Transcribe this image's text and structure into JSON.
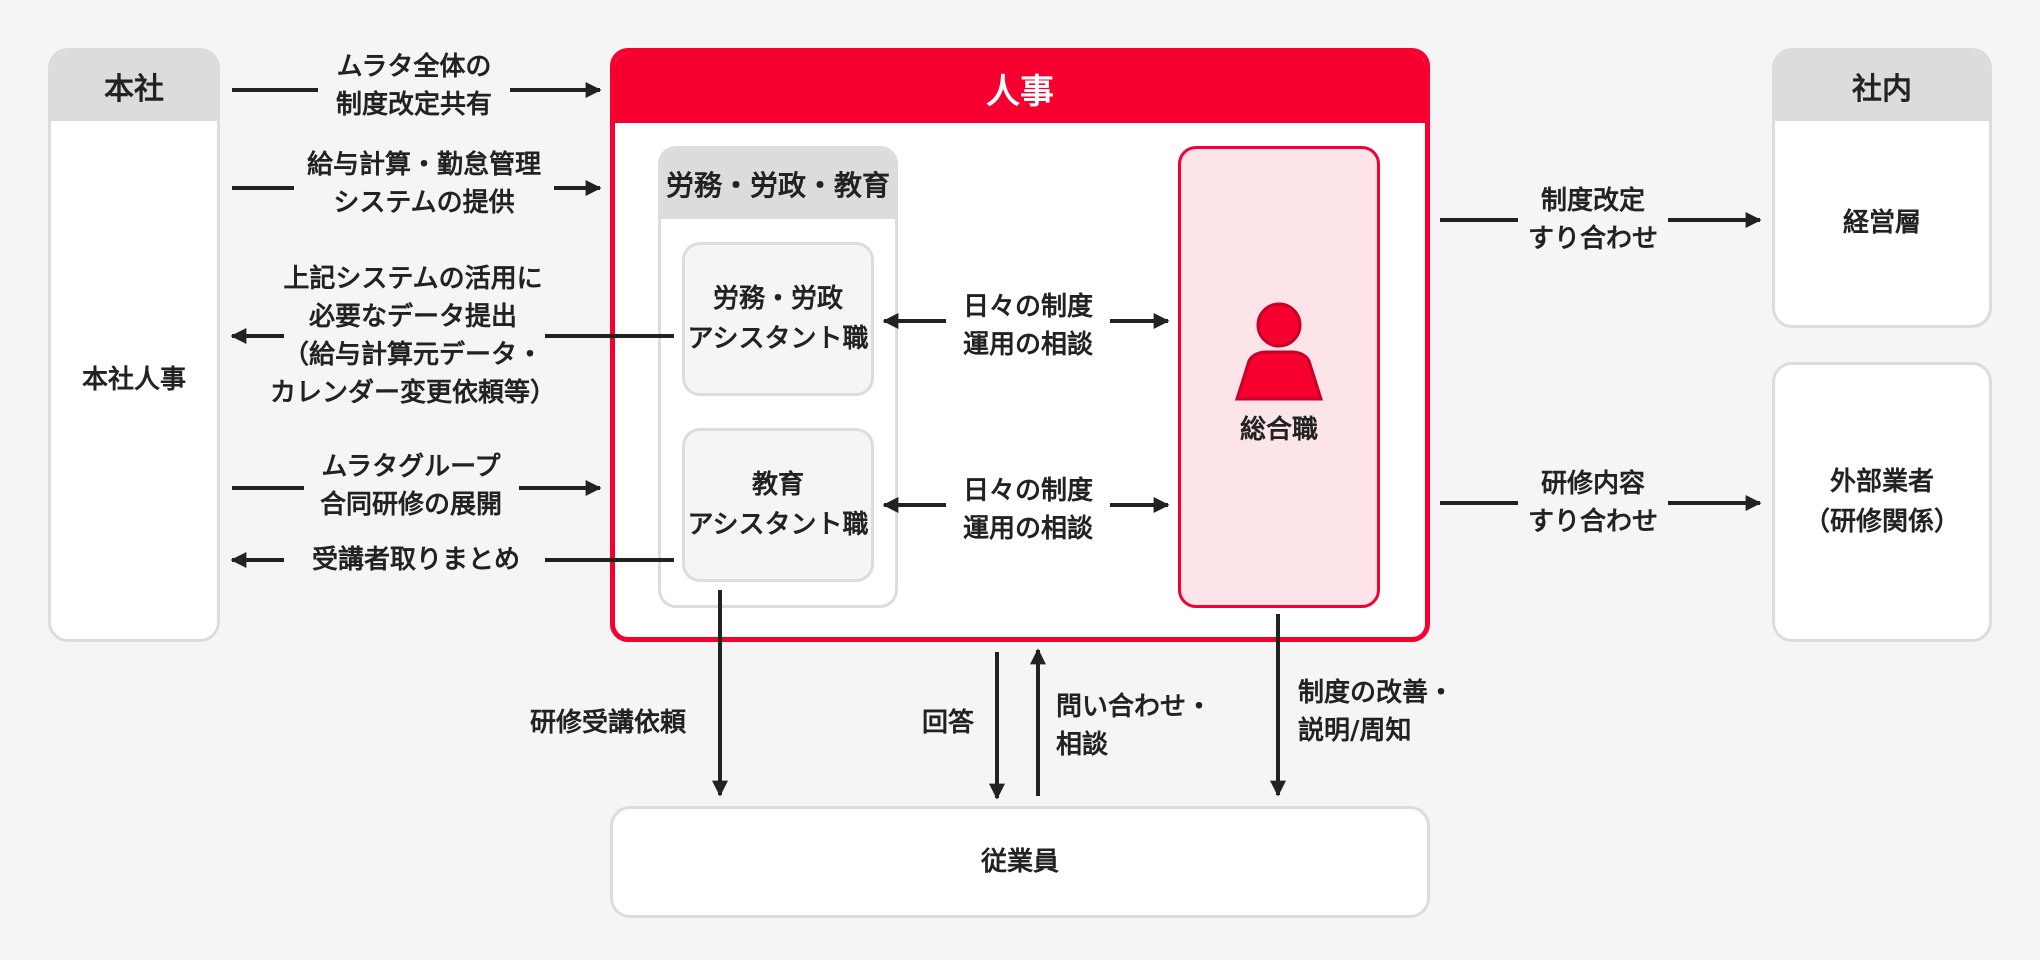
{
  "colors": {
    "background": "#f5f5f5",
    "accent_red": "#f5002f",
    "pink_fill": "#fde4e8",
    "header_gray": "#dcdcdc",
    "text_dark": "#222222",
    "arrow": "#222222"
  },
  "left_group": {
    "header": "本社",
    "body": "本社人事"
  },
  "hr_group": {
    "header": "人事",
    "sub_group": {
      "header": "労務・労政・教育",
      "roles": [
        {
          "line1": "労務・労政",
          "line2": "アシスタント職"
        },
        {
          "line1": "教育",
          "line2": "アシスタント職"
        }
      ]
    },
    "general_role": {
      "label": "総合職",
      "icon": "person-icon"
    }
  },
  "right_groups": {
    "internal": {
      "header": "社内",
      "body": "経営層"
    },
    "external": {
      "line1": "外部業者",
      "line2": "（研修関係）"
    }
  },
  "employees": {
    "label": "従業員"
  },
  "flows": {
    "hq_policy_share": {
      "line1": "ムラタ全体の",
      "line2": "制度改定共有",
      "direction": "right"
    },
    "hq_system_provide": {
      "line1": "給与計算・勤怠管理",
      "line2": "システムの提供",
      "direction": "right"
    },
    "data_submission": {
      "line1": "上記システムの活用に",
      "line2": "必要なデータ提出",
      "line3": "（給与計算元データ・",
      "line4": "カレンダー変更依頼等）",
      "direction": "left"
    },
    "group_training": {
      "line1": "ムラタグループ",
      "line2": "合同研修の展開",
      "direction": "right"
    },
    "trainee_summary": {
      "line1": "受講者取りまとめ",
      "direction": "left"
    },
    "daily_consult_1": {
      "line1": "日々の制度",
      "line2": "運用の相談",
      "direction": "both"
    },
    "daily_consult_2": {
      "line1": "日々の制度",
      "line2": "運用の相談",
      "direction": "both"
    },
    "mgmt_alignment": {
      "line1": "制度改定",
      "line2": "すり合わせ",
      "direction": "right"
    },
    "vendor_alignment": {
      "line1": "研修内容",
      "line2": "すり合わせ",
      "direction": "right"
    },
    "training_request": {
      "line1": "研修受講依頼",
      "direction": "down"
    },
    "answer": {
      "line1": "回答",
      "direction": "down"
    },
    "inquiry": {
      "line1": "問い合わせ・",
      "line2": "相談",
      "direction": "up"
    },
    "policy_improvement": {
      "line1": "制度の改善・",
      "line2": "説明/周知",
      "direction": "down"
    }
  }
}
